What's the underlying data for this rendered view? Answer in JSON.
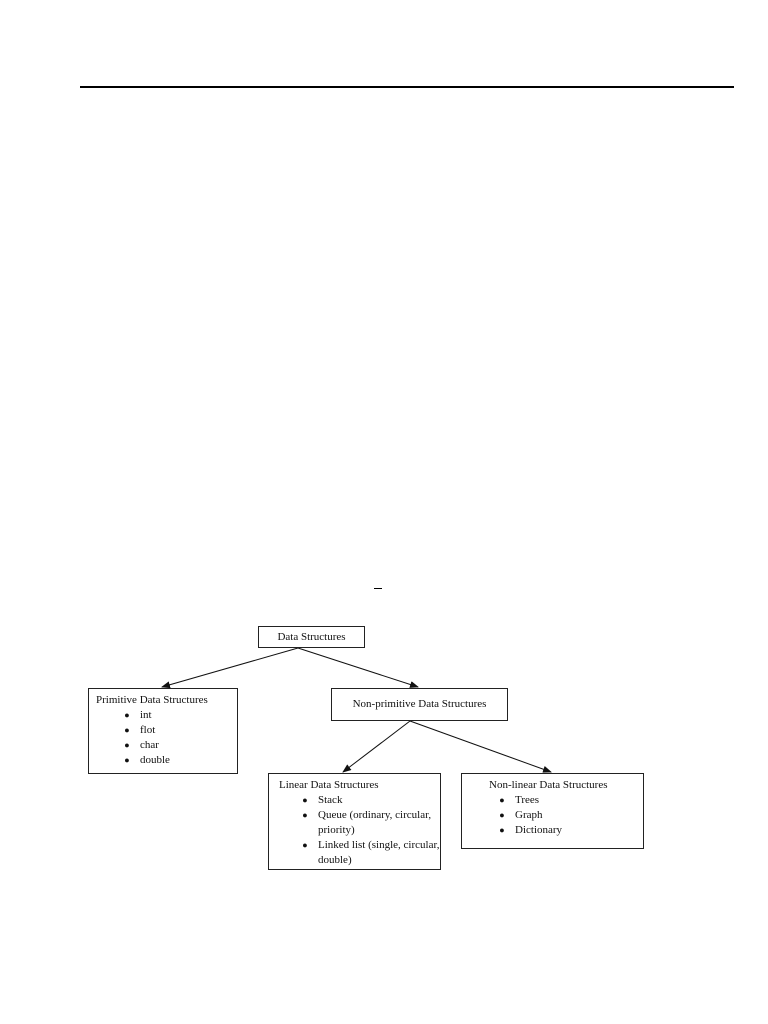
{
  "diagram": {
    "root": {
      "label": "Data Structures"
    },
    "primitive": {
      "title": "Primitive Data Structures",
      "items": [
        "int",
        "flot",
        "char",
        "double"
      ]
    },
    "non_primitive": {
      "title": "Non-primitive Data Structures"
    },
    "linear": {
      "title": "Linear Data Structures",
      "items": [
        "Stack",
        "Queue (ordinary, circular, priority)",
        "Linked list (single, circular, double)"
      ]
    },
    "non_linear": {
      "title": "Non-linear Data Structures",
      "items": [
        "Trees",
        "Graph",
        "Dictionary"
      ]
    },
    "edges": [
      {
        "from": "Data Structures",
        "to": "Primitive Data Structures"
      },
      {
        "from": "Data Structures",
        "to": "Non-primitive Data Structures"
      },
      {
        "from": "Non-primitive Data Structures",
        "to": "Linear Data Structures"
      },
      {
        "from": "Non-primitive Data Structures",
        "to": "Non-linear Data Structures"
      }
    ]
  }
}
